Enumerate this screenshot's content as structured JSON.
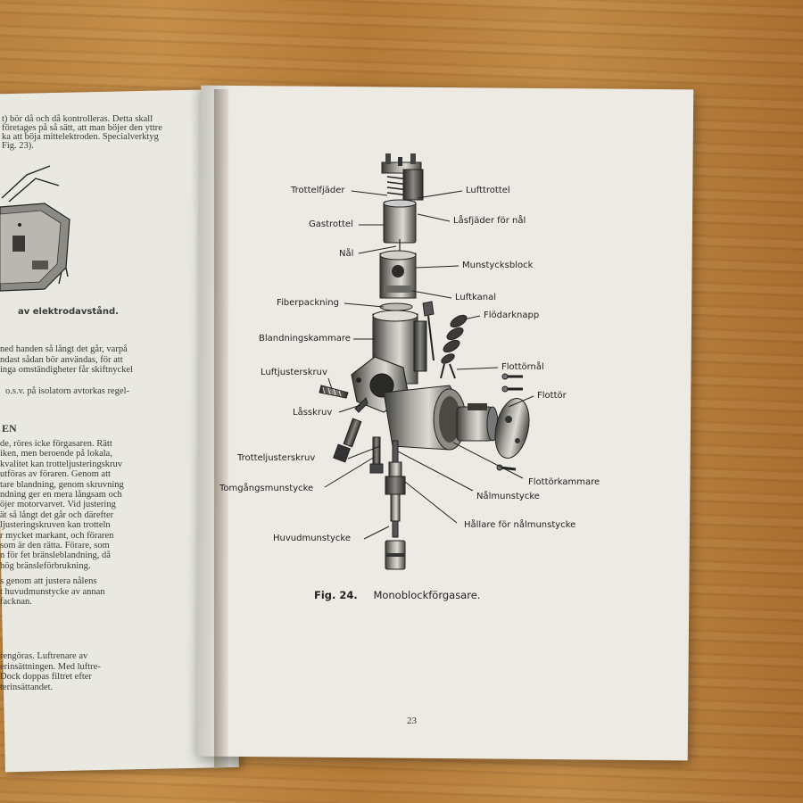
{
  "left_page": {
    "top_lines": [
      "t) bör då och då kontrolleras.  Detta skall",
      "företages på så sätt, att man böjer den yttre",
      "ka att böja mittelektroden.  Specialverktyg",
      "Fig. 23)."
    ],
    "figure_caption": "av elektrodavstånd.",
    "para1": [
      "ned handen så långt det går, varpå",
      "ndast sådan bör användas, för att",
      "inga omständigheter får skiftnyckel"
    ],
    "para2": [
      "o.s.v. på isolatorn avtorkas regel-"
    ],
    "heading": "EN",
    "para3": [
      "de, röres icke förgasaren.  Rätt",
      "iken, men beroende på lokala,",
      "kvalitet kan trotteljusteringskruv",
      "utföras av föraren.  Genom att",
      "tare blandning, genom skruvning",
      "ndning ger en mera långsam och",
      "öjer motorvarvet.  Vid justering",
      "ät så långt det går och därefter",
      "ljusteringskruven kan trotteln",
      "r mycket markant, och föraren",
      "som är den rätta.  Förare, som",
      "n för fet bränsleblandning, då",
      "hög bränsleförbrukning."
    ],
    "para4": [
      "s genom att justera nålens",
      "t huvudmunstycke av annan",
      "facknan."
    ],
    "para5": [
      "rengöras.  Luftrenare av",
      "erinsättningen.  Med luftre-",
      "Dock doppas filtret efter",
      "terinsättandet."
    ]
  },
  "diagram": {
    "labels": {
      "trottelfjader": "Trottelfjäder",
      "lufttrottel": "Lufttrottel",
      "gastrottel": "Gastrottel",
      "lasfjader": "Låsfjäder för nål",
      "nal": "Nål",
      "munstycksblock": "Munstycksblock",
      "luftkanal": "Luftkanal",
      "fiberpackning": "Fiberpackning",
      "flodarknapp": "Flödarknapp",
      "blandningskammare": "Blandningskammare",
      "flottornal": "Flottörnål",
      "luftjusterskruv": "Luftjusterskruv",
      "flottor": "Flottör",
      "lasskruv": "Låsskruv",
      "trotteljusterskruv": "Trotteljusterskruv",
      "flottorkammare": "Flottörkammare",
      "tomgangsmunstycke": "Tomgångsmunstycke",
      "nalmunstycke": "Nålmunstycke",
      "hallare": "Hållare för nålmunstycke",
      "huvudmunstycke": "Huvudmunstycke"
    },
    "caption_number": "Fig. 24.",
    "caption_text": "Monoblockförgasare."
  },
  "page_number": "23"
}
